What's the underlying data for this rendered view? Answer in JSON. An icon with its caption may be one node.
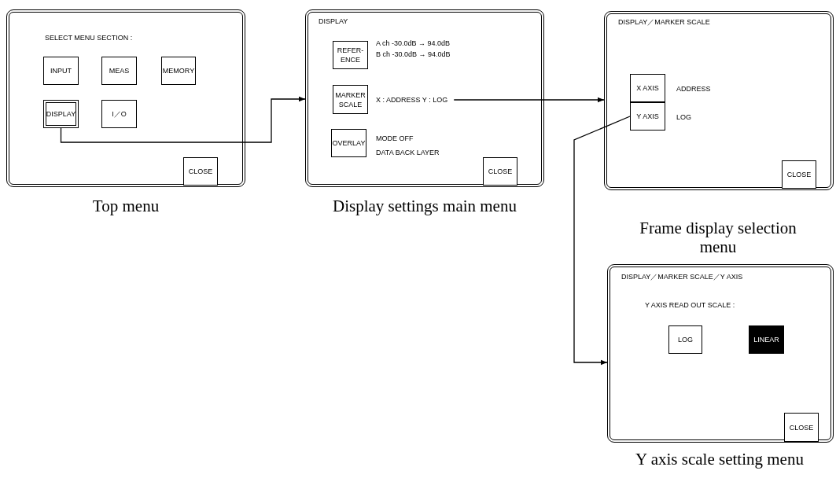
{
  "diagram": {
    "nodes": [
      {
        "text": [
          "SELECT MENU SECTION :"
        ],
        "beside": [
          "Top menu"
        ]
      },
      {
        "text": [
          "INPUT"
        ],
        "in": 0
      },
      {
        "text": [
          "MEAS"
        ],
        "in": 0
      },
      {
        "text": [
          "MEMORY"
        ],
        "in": 0
      },
      {
        "text": [
          "DISPLAY"
        ],
        "in": 0
      },
      {
        "text": [
          "I／O"
        ],
        "in": 0
      },
      {
        "text": [
          "CLOSE"
        ],
        "in": 0
      },
      {
        "text": [
          "DISPLAY"
        ],
        "beside": [
          "Display settings main menu"
        ]
      },
      {
        "text": [
          "REFER- ENCE"
        ],
        "in": 7,
        "beside": [
          "A ch -30.0dB → 94.0dB",
          "B ch -30.0dB → 94.0dB"
        ]
      },
      {
        "text": [
          "MARKER SCALE"
        ],
        "in": 7,
        "beside": [
          "X : ADDRESS  Y : LOG"
        ]
      },
      {
        "text": [
          "OVERLAY"
        ],
        "in": 7,
        "beside": [
          "MODE OFF",
          "DATA BACK LAYER"
        ]
      },
      {
        "text": [
          "CLOSE"
        ],
        "in": 7
      },
      {
        "text": [
          "DISPLAY／MARKER SCALE"
        ],
        "beside": [
          "Frame display selection menu"
        ]
      },
      {
        "text": [
          "X AXIS"
        ],
        "in": 12,
        "beside": [
          "ADDRESS"
        ]
      },
      {
        "text": [
          "Y AXIS"
        ],
        "in": 12,
        "beside": [
          "LOG"
        ]
      },
      {
        "text": [
          "CLOSE"
        ],
        "in": 12
      },
      {
        "text": [
          "DISPLAY／MARKER SCALE／Y AXIS",
          "Y AXIS READ OUT SCALE :"
        ],
        "beside": [
          "Y axis scale setting menu"
        ]
      },
      {
        "text": [
          "LOG"
        ],
        "in": 16
      },
      {
        "text": [
          "LINEAR"
        ],
        "in": 16
      },
      {
        "text": [
          "CLOSE"
        ],
        "in": 16
      }
    ],
    "edges": [
      {
        "from": 4,
        "to": 7,
        "arrow": "to"
      },
      {
        "from": 9,
        "to": 12,
        "arrow": "to"
      },
      {
        "from": 14,
        "to": 16,
        "arrow": "to"
      }
    ]
  }
}
